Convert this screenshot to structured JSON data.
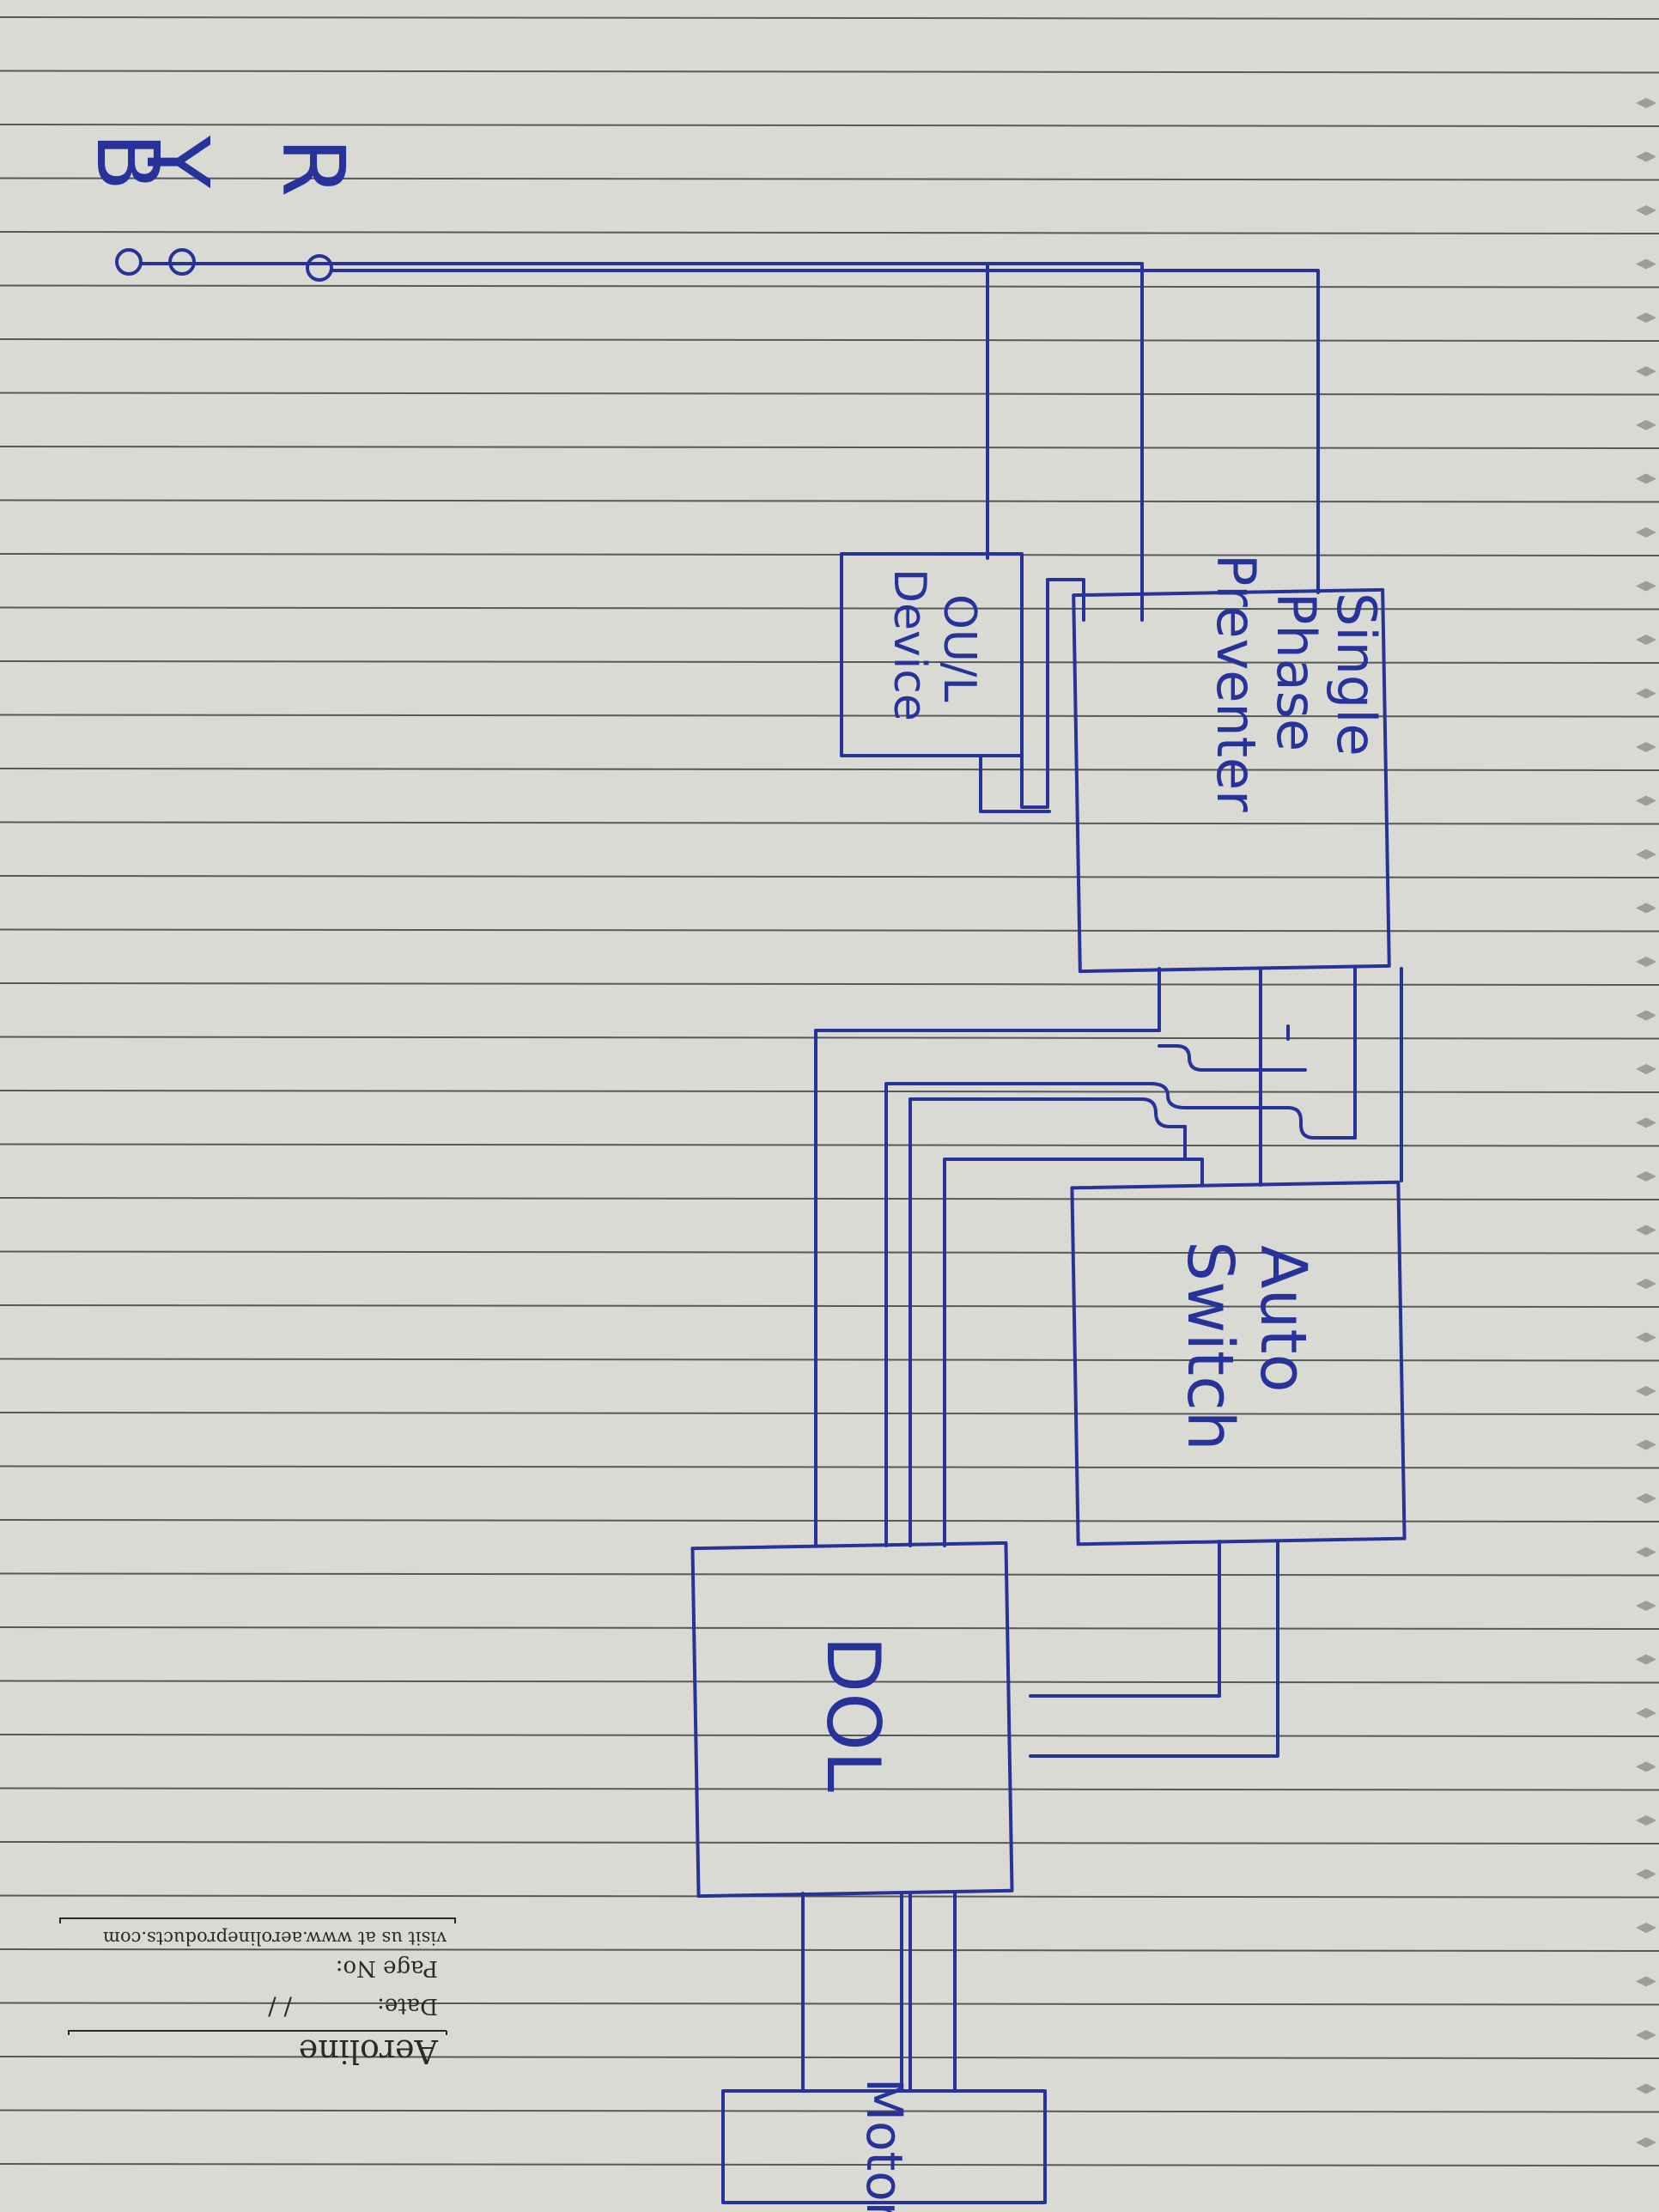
{
  "diagram": {
    "phases": [
      {
        "id": "R",
        "label": "R"
      },
      {
        "id": "Y",
        "label": "Y"
      },
      {
        "id": "B",
        "label": "B"
      }
    ],
    "blocks": {
      "single_phase_preventer": {
        "lines": [
          "Single",
          "Phase",
          "Preventer"
        ]
      },
      "oul_device": {
        "lines": [
          "OU/L",
          "Device"
        ]
      },
      "auto_switch": {
        "lines": [
          "Auto",
          "Switch"
        ]
      },
      "dol": {
        "lines": [
          "DOL"
        ]
      },
      "motor": {
        "lines": [
          "Motor"
        ]
      }
    }
  },
  "notebook": {
    "brand": "Aeroline",
    "date_label": "Date:",
    "date_value": "/ /",
    "page_label": "Page No:",
    "website": "visit us at www.aerolineproducts.com"
  },
  "colors": {
    "ink": "#27339a",
    "paper": "#d9dad4",
    "rule": "#3f4347"
  }
}
